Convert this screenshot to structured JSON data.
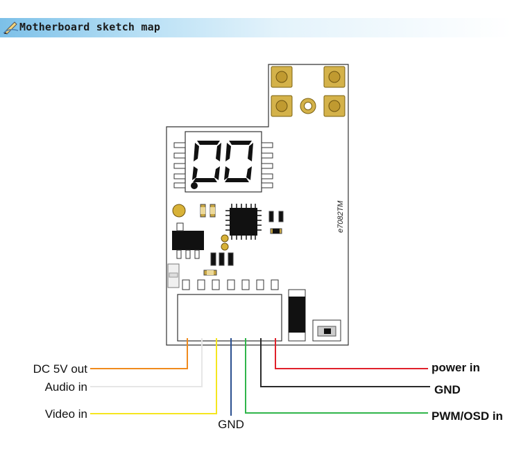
{
  "header": {
    "title": "Motherboard sketch map",
    "icon": "pen-icon"
  },
  "board": {
    "model": "e7082TM"
  },
  "labels": {
    "dc5v_out": "DC 5V out",
    "audio_in": "Audio in",
    "video_in": "Video in",
    "gnd_bottom": "GND",
    "power_in": "power in",
    "gnd_right": "GND",
    "pwm_osd_in": "PWM/OSD in"
  },
  "wire_colors": {
    "dc5v_out": "#f08a1c",
    "audio_in": "#e6e6e6",
    "video_in": "#f5e61e",
    "gnd_bottom": "#2a4f8f",
    "pwm_osd_in": "#2fb54a",
    "gnd_right": "#2a2a2a",
    "power_in": "#e0202a"
  }
}
